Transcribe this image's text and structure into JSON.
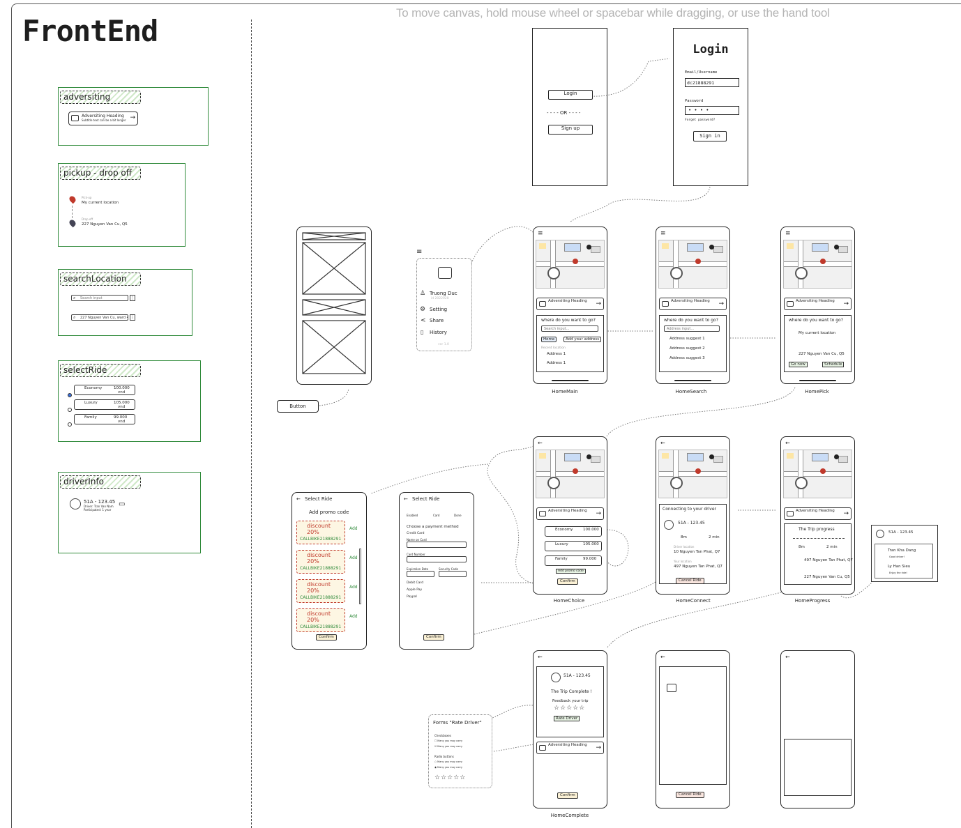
{
  "canvas": {
    "hint": "To move canvas, hold mouse wheel or spacebar while dragging, or use the hand tool",
    "title": "FrontEnd"
  },
  "components": {
    "adversiting": {
      "tag": "adversiting",
      "heading": "Adversiting Heading",
      "sub": "Subtitle text can be a bit longer"
    },
    "pickup": {
      "tag": "pickup - drop off",
      "pickup_label": "Pick-up",
      "pickup_value": "My current location",
      "dropoff_label": "Drop off",
      "dropoff_value": "227 Nguyen Van Cu, Q5"
    },
    "search": {
      "tag": "searchLocation",
      "placeholder": "Search input",
      "value": "227 Nguyen Van Cu, ward 4, ..."
    },
    "selectRide": {
      "tag": "selectRide",
      "rides": [
        {
          "name": "Economy",
          "price": "100.000",
          "unit": "vnd"
        },
        {
          "name": "Luxury",
          "price": "105.000",
          "unit": "vnd"
        },
        {
          "name": "Family",
          "price": "99.000",
          "unit": "vnd"
        }
      ]
    },
    "driverInfo": {
      "tag": "driverInfo",
      "plate": "51A - 123.45",
      "detail": "Driver: Tran Van Nam",
      "exp": "Participated: 1 year"
    }
  },
  "auth": {
    "login_btn": "Login",
    "or": "- - - - OR - - - -",
    "signup_btn": "Sign up",
    "login_title": "Login",
    "email_label": "Email/Username",
    "email_value": "dc21888291",
    "password_label": "Password",
    "password_value": "• • • •",
    "forgot": "Forget password?",
    "signin": "Sign in"
  },
  "misc": {
    "button_label": "Button",
    "menu_name": "Truong Duc",
    "menu_sub": "id 2022028",
    "menu_items": [
      "Setting",
      "Share",
      "History"
    ],
    "menu_ver": "ver 1.0"
  },
  "screens": {
    "names": [
      "HomeMain",
      "HomeSearch",
      "HomePick",
      "HomeChoice",
      "HomeConnect",
      "HomeProgress",
      "HomeComplete"
    ],
    "question": "where do you want to go?",
    "search_placeholder": "Search input...",
    "address_placeholder": "Address input...",
    "home_chip": "Home",
    "add_address_chip": "Add your address",
    "recent": "Recent location",
    "address1": "Address 1",
    "address_sub": "Subtitle text can be a bit longer",
    "suggests": [
      "Address suggest 1",
      "Address suggest 2",
      "Address suggest 3"
    ],
    "go_now": "Go now",
    "schedule": "Schedule",
    "add_promo": "Add promo code",
    "confirm": "Confirm",
    "connecting": "Connecting to your driver",
    "eta1": "8m",
    "eta2": "2 min",
    "driver_loc": "Driver location",
    "your_loc": "Your location",
    "your_loc_val": "497 Nguyen Tan Phat, Q7",
    "driver_loc_val": "10 Nguyen Tan Phat, Q7",
    "cancel": "Cancel Ride",
    "trip_progress": "The Trip progress",
    "pickup_addr": "497 Nguyen Tan Phat, Q7",
    "dropoff_addr": "227 Nguyen Van Cu, Q5",
    "trip_complete": "The Trip Complete !",
    "feedback": "Feedback your trip",
    "rate": "Rate Driver",
    "stars": "☆☆☆☆☆"
  },
  "selectRideScreens": {
    "title": "Select Ride",
    "promo_title": "Add promo code",
    "promo_text": "discount 20%",
    "promo_code": "CALLBIKE21888291",
    "add": "Add",
    "steps": [
      "Enabled",
      "Card",
      "Done"
    ],
    "pay_title": "Choose a payment method",
    "credit": "Credit Card",
    "name_card": "Name on Card",
    "card_number": "Card Number",
    "expiration": "Expiration Date",
    "security": "Security Code",
    "options": [
      "Debit Card",
      "Apple Pay",
      "Paypal"
    ]
  },
  "popups": {
    "chat_name1": "Tran Kha Dang",
    "chat_msg1": "Good driver!",
    "chat_name2": "Ly Han Sieu",
    "chat_msg2": "Enjoy the ride!",
    "forms_title": "Forms \"Rate Driver\"",
    "checkboxes": "Checkboxes",
    "radio": "Radio buttons",
    "opt": "Many you may carry"
  }
}
